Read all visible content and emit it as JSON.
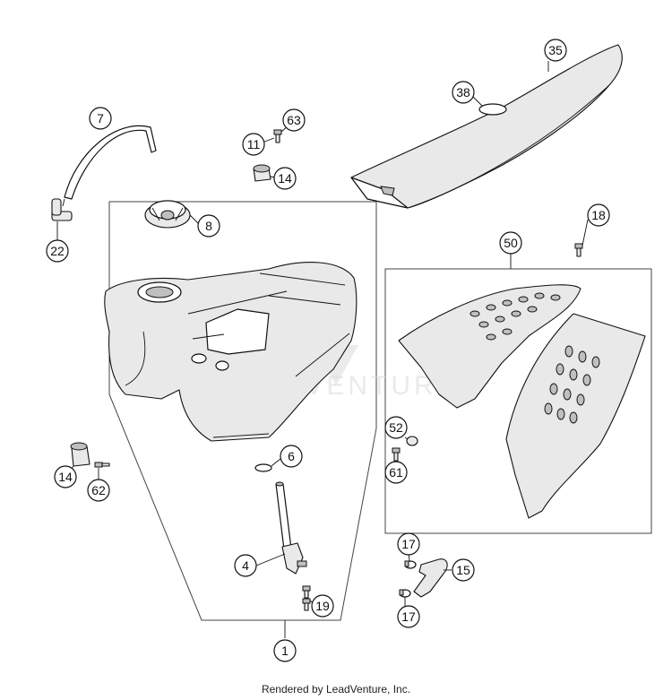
{
  "callouts": {
    "c1": "1",
    "c4": "4",
    "c6": "6",
    "c7": "7",
    "c8": "8",
    "c11": "11",
    "c14a": "14",
    "c14b": "14",
    "c15": "15",
    "c17a": "17",
    "c17b": "17",
    "c18": "18",
    "c19": "19",
    "c22": "22",
    "c35": "35",
    "c38": "38",
    "c50": "50",
    "c52": "52",
    "c61": "61",
    "c62": "62",
    "c63": "63"
  },
  "watermark": {
    "text": "LEADVENTURE"
  },
  "footer": {
    "credit": "Rendered by LeadVenture, Inc."
  }
}
